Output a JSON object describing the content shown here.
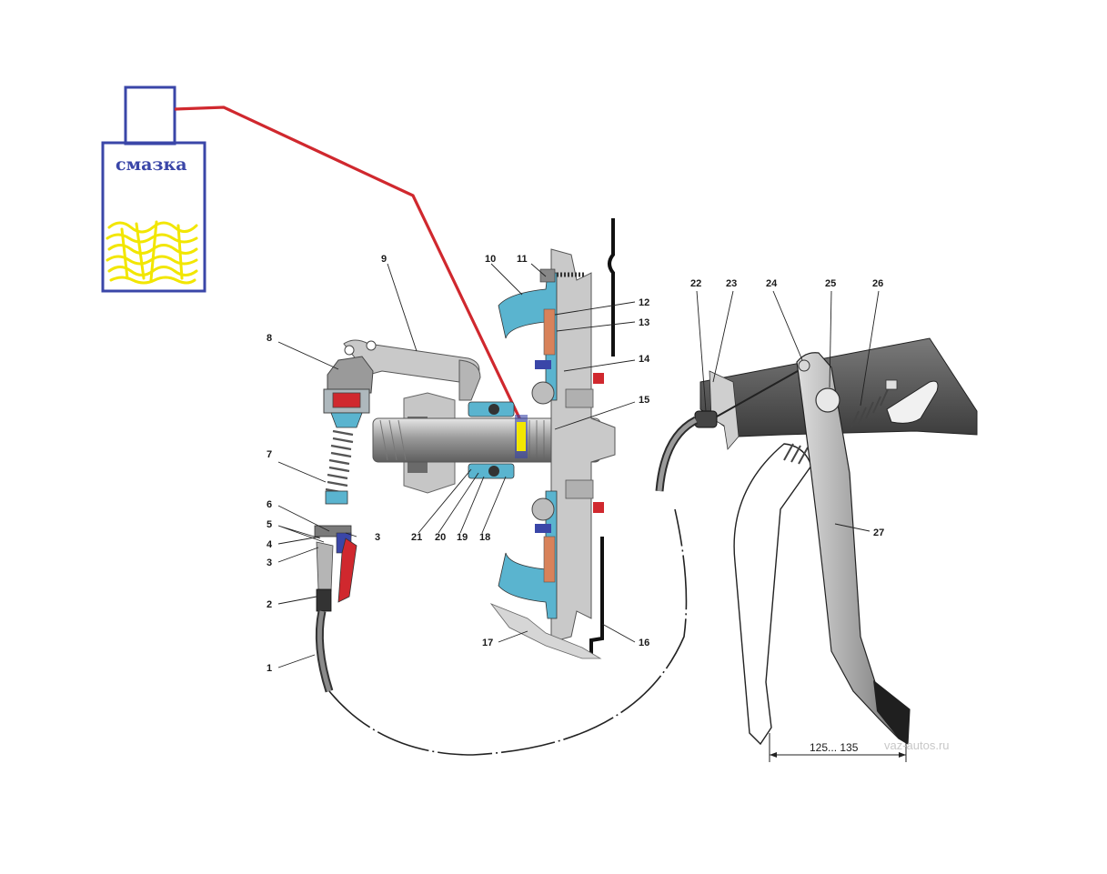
{
  "lubricant_label": "смазка",
  "watermark": "vaz-autos.ru",
  "pedal_travel": "125... 135",
  "callouts": [
    "1",
    "2",
    "3",
    "3",
    "4",
    "5",
    "6",
    "7",
    "8",
    "9",
    "10",
    "11",
    "12",
    "13",
    "14",
    "15",
    "16",
    "17",
    "18",
    "19",
    "20",
    "21",
    "22",
    "23",
    "24",
    "25",
    "26",
    "27"
  ],
  "colors": {
    "lube_box": "#3a46a8",
    "lube_line": "#d0282e",
    "grease": "#f2e600",
    "cyan_parts": "#5ab4cf",
    "steel": "#9c9c9c",
    "pedal_dark": "#5a5a5a"
  }
}
